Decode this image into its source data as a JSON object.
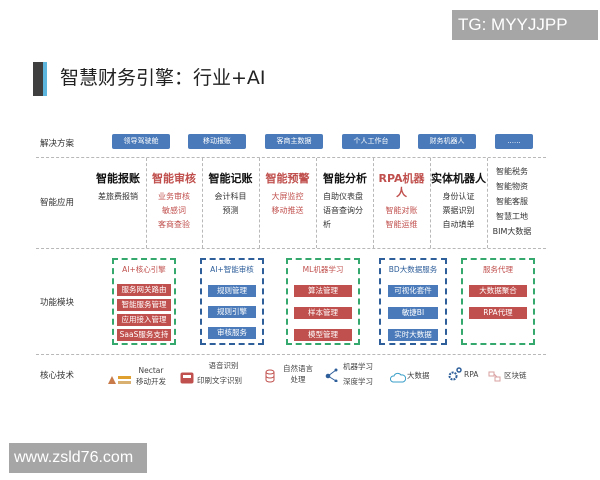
{
  "watermarks": {
    "top": "TG: MYYJJPP",
    "bottom": "www.zsld76.com"
  },
  "title": "智慧财务引擎：行业+AI",
  "rows": {
    "solutions": "解决方案",
    "applications": "智能应用",
    "modules": "功能模块",
    "core_tech": "核心技术"
  },
  "solutions": [
    "领导驾驶舱",
    "移动报账",
    "客商主数据",
    "个人工作台",
    "财务机器人",
    "......"
  ],
  "applications": [
    {
      "title": "智能报账",
      "items": [
        "差旅费报销"
      ],
      "highlight": false
    },
    {
      "title": "智能审核",
      "items": [
        "业务审核",
        "敏感词",
        "客商查验"
      ],
      "highlight": true
    },
    {
      "title": "智能记账",
      "items": [
        "会计科目",
        "预测"
      ],
      "highlight": false
    },
    {
      "title": "智能预警",
      "items": [
        "大屏监控",
        "移动推送"
      ],
      "highlight": true
    },
    {
      "title": "智能分析",
      "items": [
        "自助仪表盘",
        "语音查询分",
        "析"
      ],
      "highlight": false
    },
    {
      "title": "RPA机器人",
      "items": [
        "智能对账",
        "智能运维"
      ],
      "highlight": true
    },
    {
      "title": "实体机器人",
      "items": [
        "身份认证",
        "票据识别",
        "自动填单"
      ],
      "highlight": false
    },
    {
      "title": "",
      "items": [
        "智能税务",
        "智能物资",
        "智能客服",
        "智慧工地",
        "BIM大数据"
      ],
      "highlight": false
    }
  ],
  "modules": [
    {
      "title": "AI+核心引擎",
      "items": [
        "服务网关路由",
        "智能服务管理",
        "应用接入管理",
        "SaaS服务支持"
      ],
      "border": "green",
      "item_color": "red"
    },
    {
      "title": "AI+智能审核",
      "items": [
        "规则管理",
        "规则引擎",
        "审核服务"
      ],
      "border": "blue",
      "item_color": "blue"
    },
    {
      "title": "ML机器学习",
      "items": [
        "算法管理",
        "样本管理",
        "模型管理"
      ],
      "border": "green",
      "item_color": "red"
    },
    {
      "title": "BD大数据服务",
      "items": [
        "可视化套件",
        "敏捷BI",
        "实时大数据"
      ],
      "border": "blue",
      "item_color": "blue"
    },
    {
      "title": "服务代理",
      "items": [
        "大数据聚合",
        "RPA代理"
      ],
      "border": "green",
      "item_color": "red"
    }
  ],
  "core_tech": [
    {
      "icon": "nectar-logo-icon",
      "label": "Nectar",
      "label2": "移动开发"
    },
    {
      "icon": "inbox-icon",
      "label": "语音识别",
      "label2": "印刷文字识别"
    },
    {
      "icon": "database-icon",
      "label": "自然语言",
      "label2": "处理"
    },
    {
      "icon": "network-icon",
      "label": "机器学习",
      "label2": "深度学习"
    },
    {
      "icon": "cloud-icon",
      "label": "大数据",
      "label2": ""
    },
    {
      "icon": "gears-icon",
      "label": "RPA",
      "label2": ""
    },
    {
      "icon": "blockchain-icon",
      "label": "区块链",
      "label2": ""
    }
  ],
  "colors": {
    "accent_blue": "#4a7ab9",
    "accent_red": "#c0504d",
    "green_border": "#35a86e",
    "navy_border": "#2f5f9a"
  }
}
